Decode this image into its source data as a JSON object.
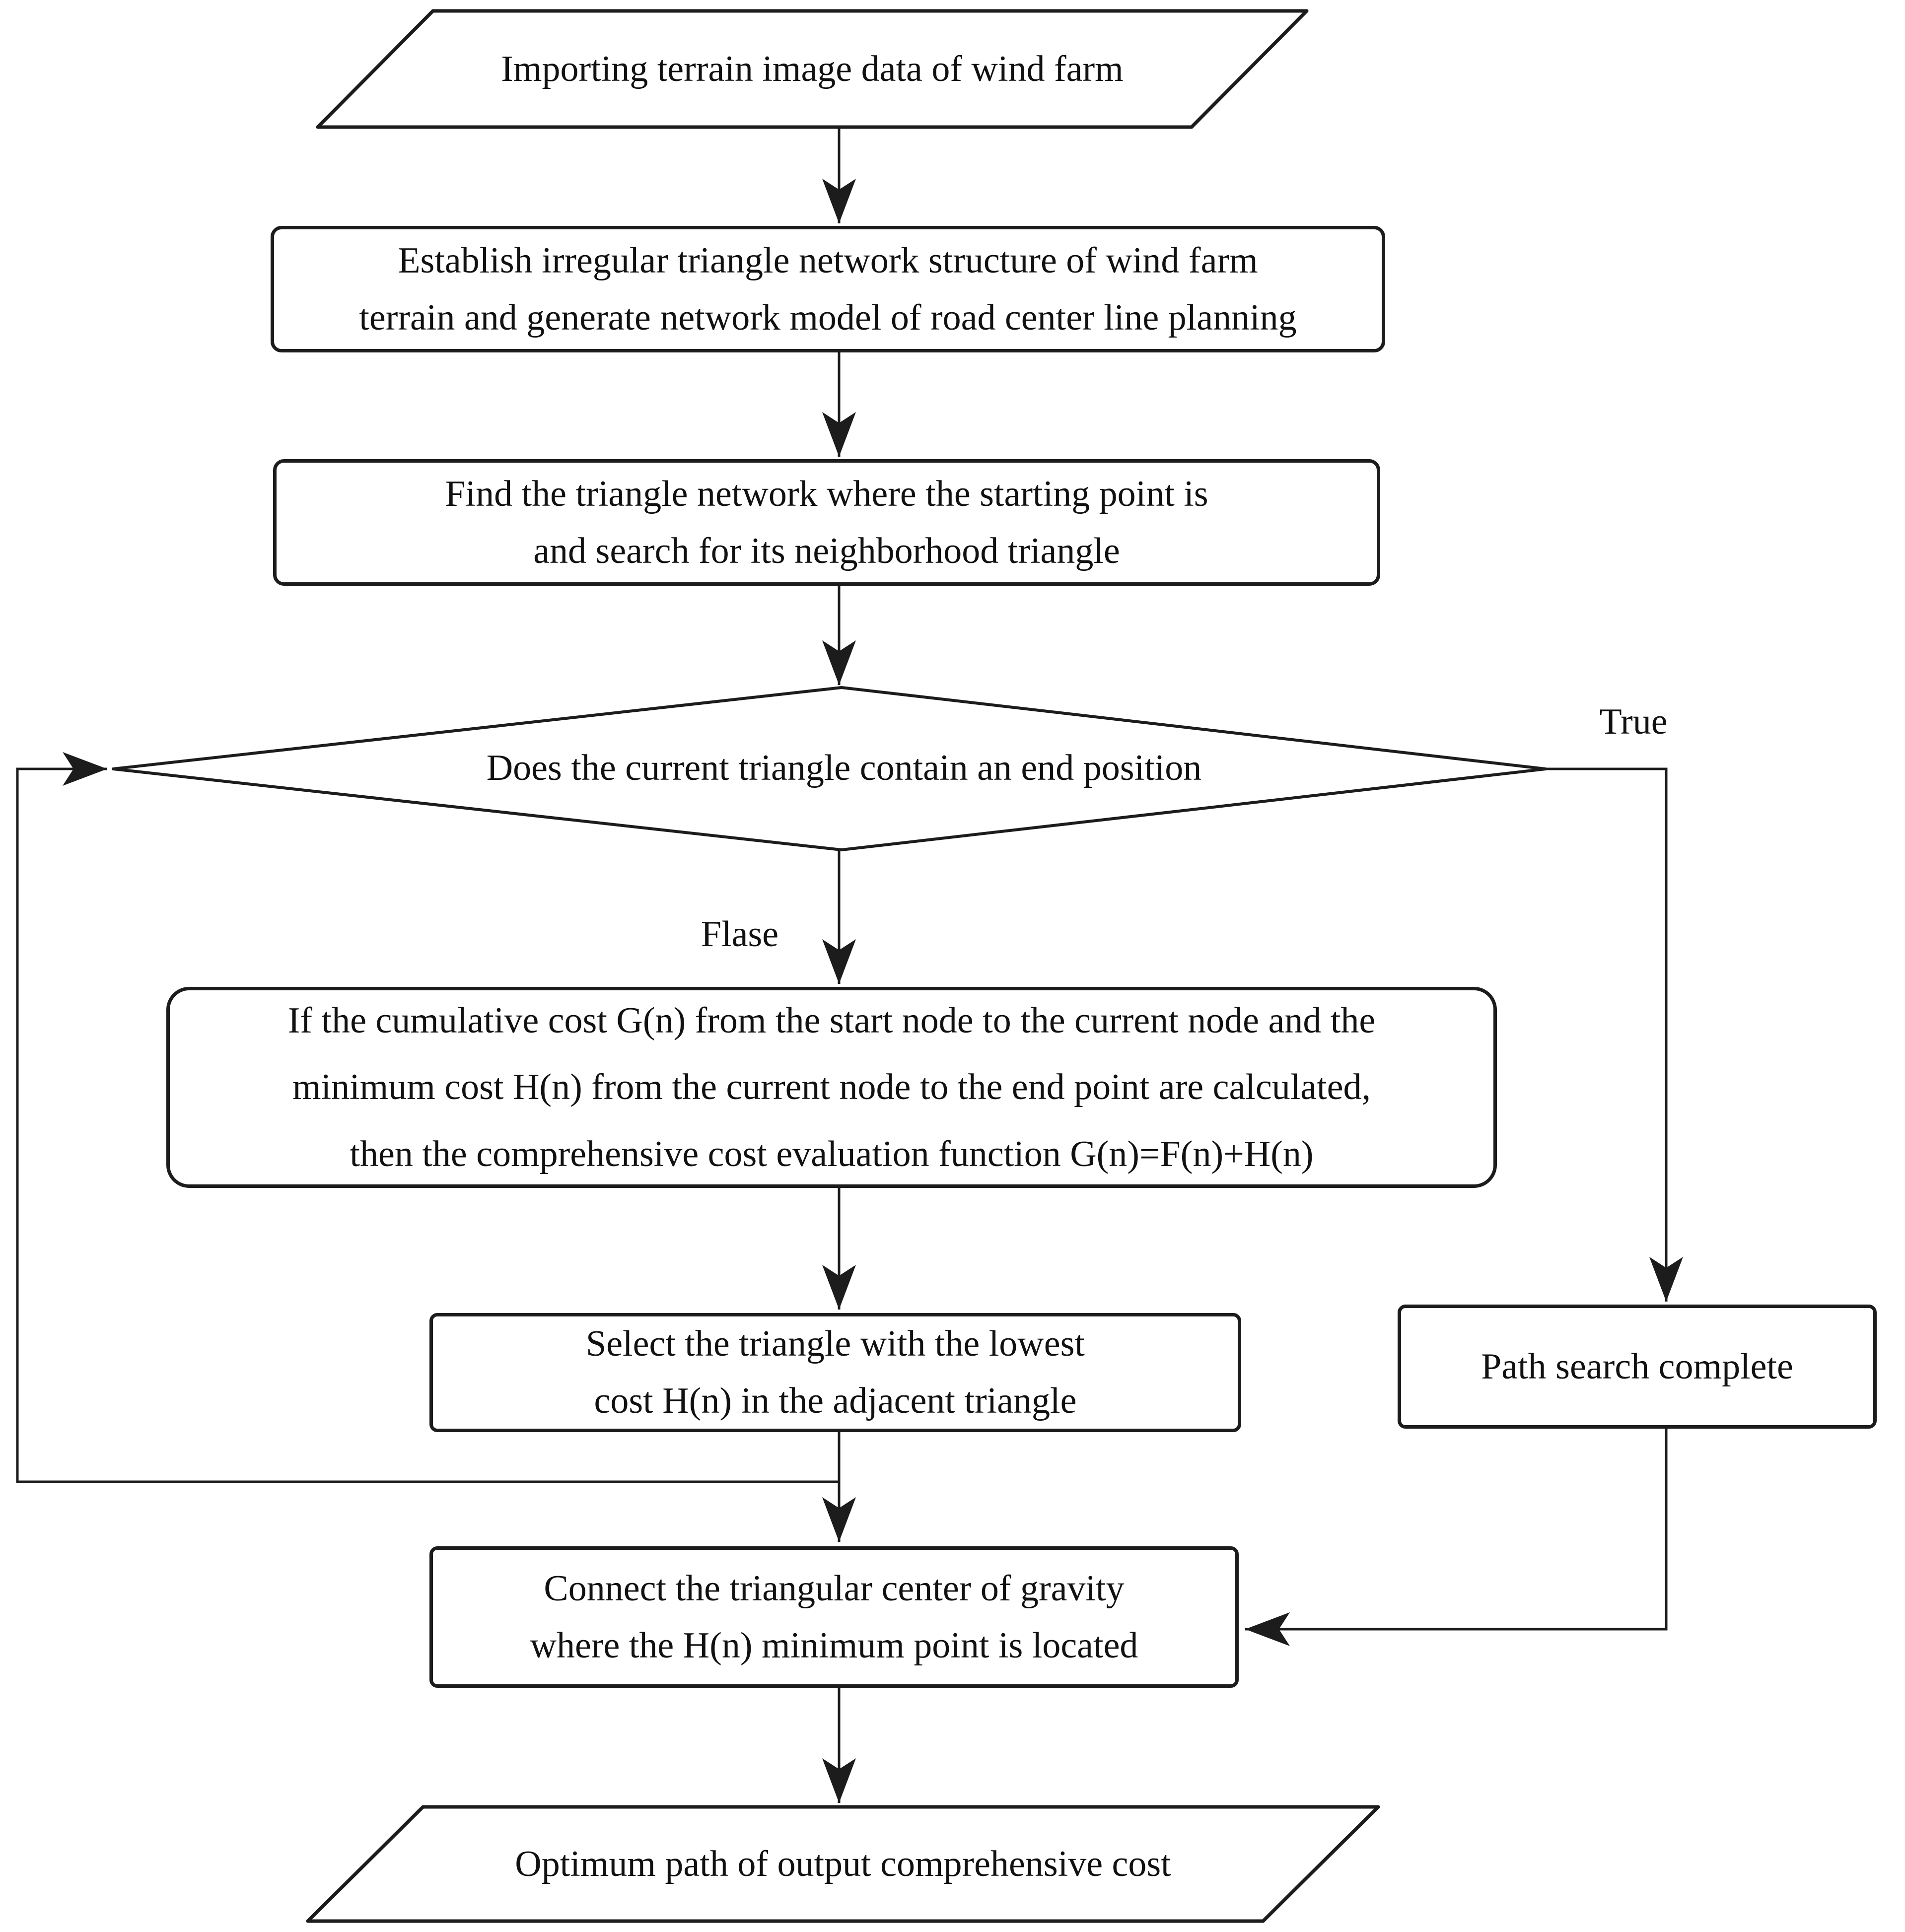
{
  "flowchart": {
    "nodes": {
      "start": {
        "shape": "parallelogram",
        "label": "Importing terrain image data of wind farm"
      },
      "establish_network": {
        "shape": "process",
        "label": "Establish irregular triangle network structure of wind farm\nterrain and generate network model of road center line planning"
      },
      "find_triangle": {
        "shape": "process",
        "label": "Find the triangle network where the starting point is\nand search for its neighborhood triangle"
      },
      "decision_end_position": {
        "shape": "decision",
        "label": "Does the current triangle contain an end position"
      },
      "cost_evaluation": {
        "shape": "process",
        "label": "If the cumulative cost G(n) from the start node to the current node and the\nminimum cost H(n) from the current node to the end point are calculated,\nthen the comprehensive cost evaluation function G(n)=F(n)+H(n)"
      },
      "select_triangle": {
        "shape": "process",
        "label": "Select the triangle with the lowest\ncost H(n) in the adjacent triangle"
      },
      "path_complete": {
        "shape": "process",
        "label": "Path search complete"
      },
      "connect_center": {
        "shape": "process",
        "label": "Connect the triangular center of gravity\nwhere the H(n) minimum point is located"
      },
      "end": {
        "shape": "parallelogram",
        "label": "Optimum path of output comprehensive cost"
      }
    },
    "edge_labels": {
      "true_branch": "True",
      "false_branch": "Flase"
    },
    "colors": {
      "stroke": "#1c1c1c",
      "background": "#ffffff"
    }
  }
}
